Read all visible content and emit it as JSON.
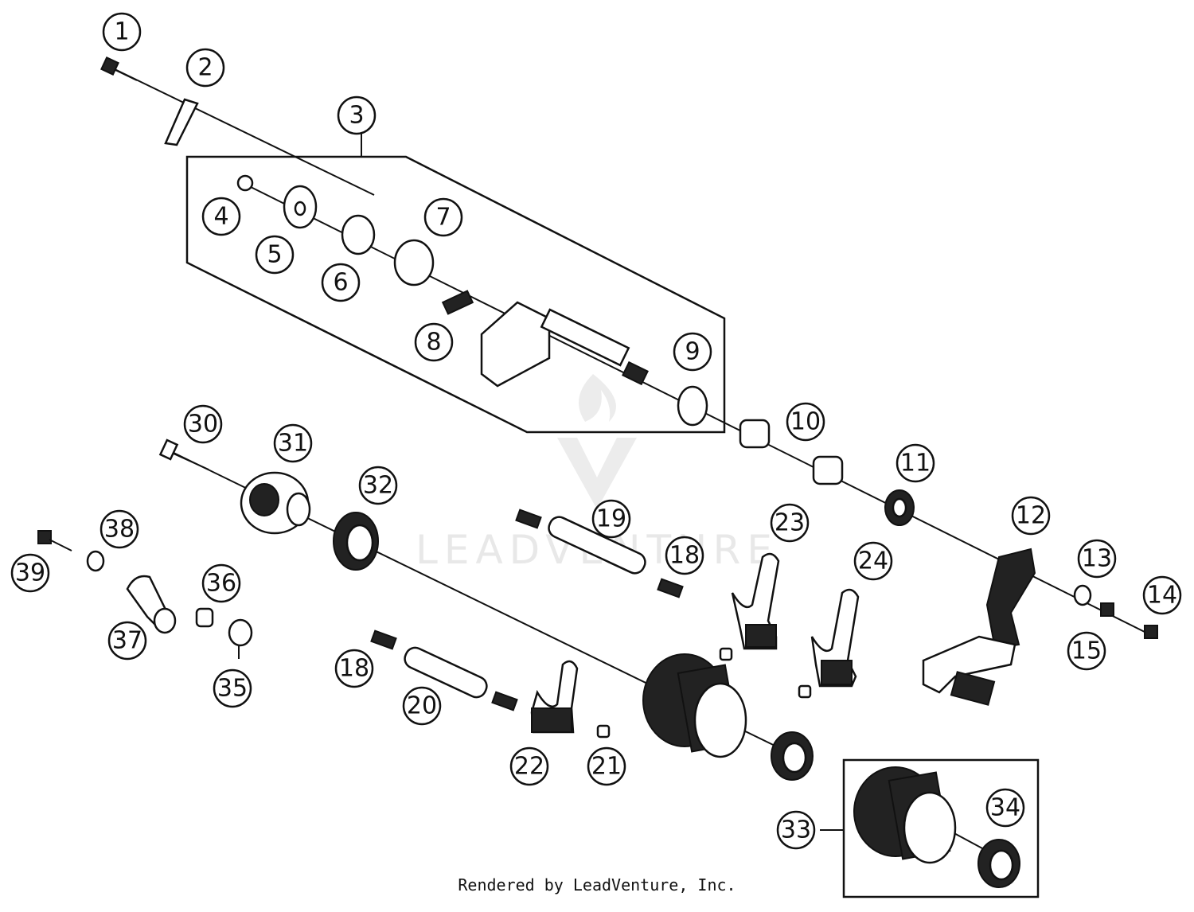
{
  "callouts": [
    "1",
    "2",
    "3",
    "4",
    "5",
    "6",
    "7",
    "8",
    "9",
    "10",
    "11",
    "12",
    "13",
    "14",
    "15",
    "18",
    "19",
    "18",
    "20",
    "21",
    "22",
    "23",
    "24",
    "30",
    "31",
    "32",
    "33",
    "34",
    "35",
    "36",
    "37",
    "38",
    "39"
  ],
  "watermark": "LEADVENTURE",
  "footer": "Rendered by LeadVenture, Inc."
}
